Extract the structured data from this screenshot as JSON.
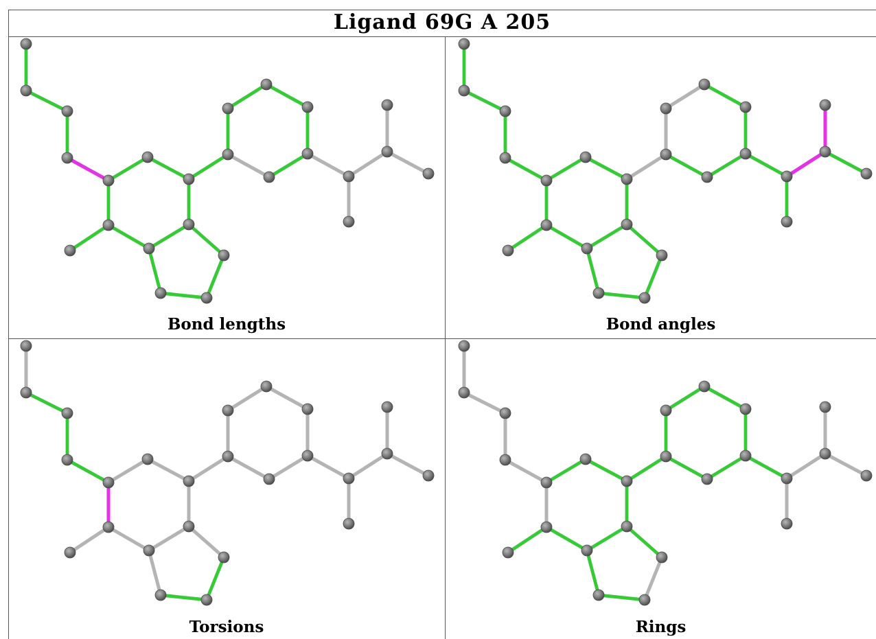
{
  "title": "Ligand 69G A 205",
  "colors": {
    "highlight_good": "#32cd32",
    "highlight_outlier": "#e632e6",
    "bond_default": "#b4b4b4",
    "atom": "#7a7a7a"
  },
  "panels": [
    {
      "caption": "Bond lengths",
      "green_bonds": [
        0,
        1,
        2,
        4,
        5,
        6,
        7,
        8,
        9,
        10,
        11,
        12,
        13,
        14,
        15,
        16,
        17,
        18,
        19,
        20
      ],
      "magenta_bonds": [
        3
      ]
    },
    {
      "caption": "Bond angles",
      "green_bonds": [
        0,
        1,
        2,
        3,
        4,
        5,
        6,
        7,
        8,
        9,
        10,
        11,
        12,
        13,
        14,
        18,
        19,
        20,
        21,
        22,
        23,
        26
      ],
      "magenta_bonds": [
        24,
        25
      ]
    },
    {
      "caption": "Torsions",
      "green_bonds": [
        1,
        2,
        3,
        12,
        13
      ],
      "magenta_bonds": [
        4
      ]
    },
    {
      "caption": "Rings",
      "green_bonds": [
        5,
        6,
        7,
        8,
        9,
        10,
        11,
        12,
        14,
        15,
        16,
        17,
        18,
        19,
        20,
        21,
        22
      ],
      "magenta_bonds": []
    }
  ]
}
